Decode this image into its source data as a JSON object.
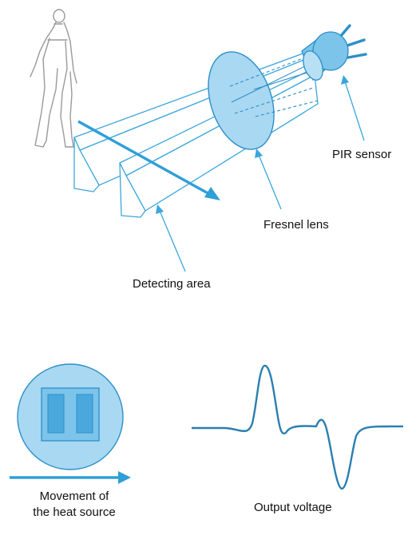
{
  "labels": {
    "pir_sensor": "PIR sensor",
    "fresnel_lens": "Fresnel lens",
    "detecting_area": "Detecting area",
    "movement_line1": "Movement of",
    "movement_line2": "the heat source",
    "output_voltage": "Output voltage"
  },
  "colors": {
    "outline": "#3aa6dc",
    "lens_fill": "#a9d8f2",
    "lens_stroke": "#2d8fc8",
    "sensor_body": "#7cc4ea",
    "sensor_dark": "#2d8fc8",
    "arrow": "#2f9fd8",
    "waveform": "#2a7fb0",
    "person": "#9a9a9a"
  },
  "icons": {
    "person": "walking-person-icon",
    "sensor": "pir-sensor-icon",
    "lens": "fresnel-lens-icon",
    "element": "pyroelectric-element-icon"
  }
}
